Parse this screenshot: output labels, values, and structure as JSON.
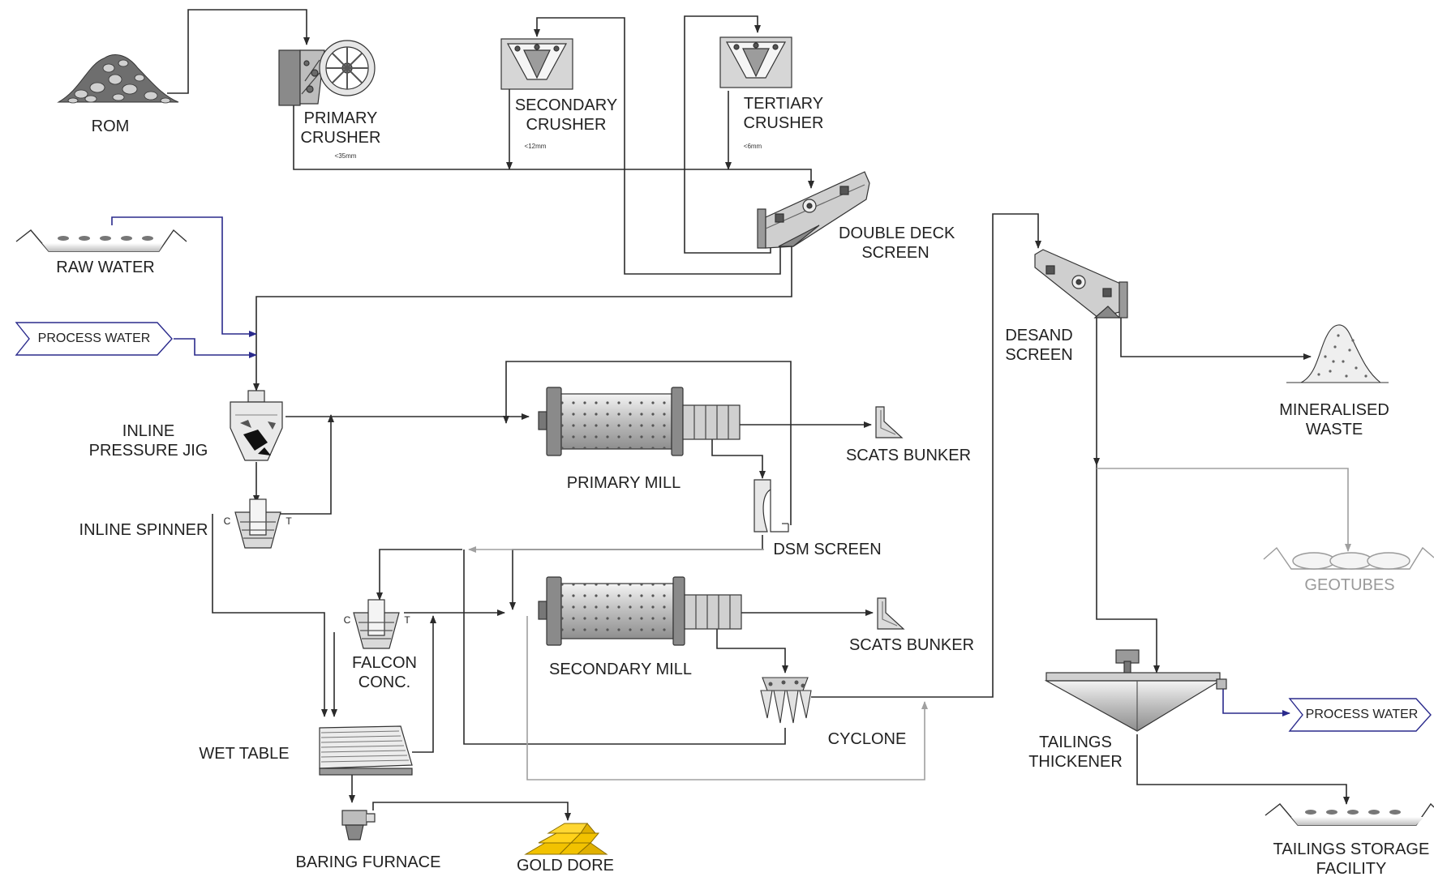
{
  "labels": {
    "rom": "ROM",
    "primary_crusher": [
      "PRIMARY",
      "CRUSHER"
    ],
    "primary_crusher_size": "<35mm",
    "secondary_crusher": [
      "SECONDARY",
      "CRUSHER"
    ],
    "secondary_crusher_size": "<12mm",
    "tertiary_crusher": [
      "TERTIARY",
      "CRUSHER"
    ],
    "tertiary_crusher_size": "<6mm",
    "double_deck_screen": [
      "DOUBLE DECK",
      "SCREEN"
    ],
    "raw_water": "RAW WATER",
    "process_water_in": "PROCESS WATER",
    "inline_pressure_jig": [
      "INLINE",
      "PRESSURE JIG"
    ],
    "inline_spinner": "INLINE SPINNER",
    "primary_mill": "PRIMARY MILL",
    "scats_bunker_1": "SCATS BUNKER",
    "dsm_screen": "DSM SCREEN",
    "falcon_conc": [
      "FALCON",
      "CONC."
    ],
    "secondary_mill": "SECONDARY MILL",
    "scats_bunker_2": "SCATS BUNKER",
    "cyclone": "CYCLONE",
    "wet_table": "WET TABLE",
    "baring_furnace": "BARING FURNACE",
    "gold_dore": "GOLD DORE",
    "desand_screen": [
      "DESAND",
      "SCREEN"
    ],
    "mineralised_waste": [
      "MINERALISED",
      "WASTE"
    ],
    "geotubes": "GEOTUBES",
    "tailings_thickener": [
      "TAILINGS",
      "THICKENER"
    ],
    "process_water_out": "PROCESS WATER",
    "tailings_storage": [
      "TAILINGS STORAGE",
      "FACILITY"
    ],
    "spinner_c": "C",
    "spinner_t": "T",
    "falcon_c": "C",
    "falcon_t": "T"
  },
  "colors": {
    "line": "#2b2b2b",
    "water_line": "#2a2a8c",
    "grey_line": "#a0a0a0",
    "equipment_fill": "#d9d9d9",
    "gold": "#f2c200"
  }
}
